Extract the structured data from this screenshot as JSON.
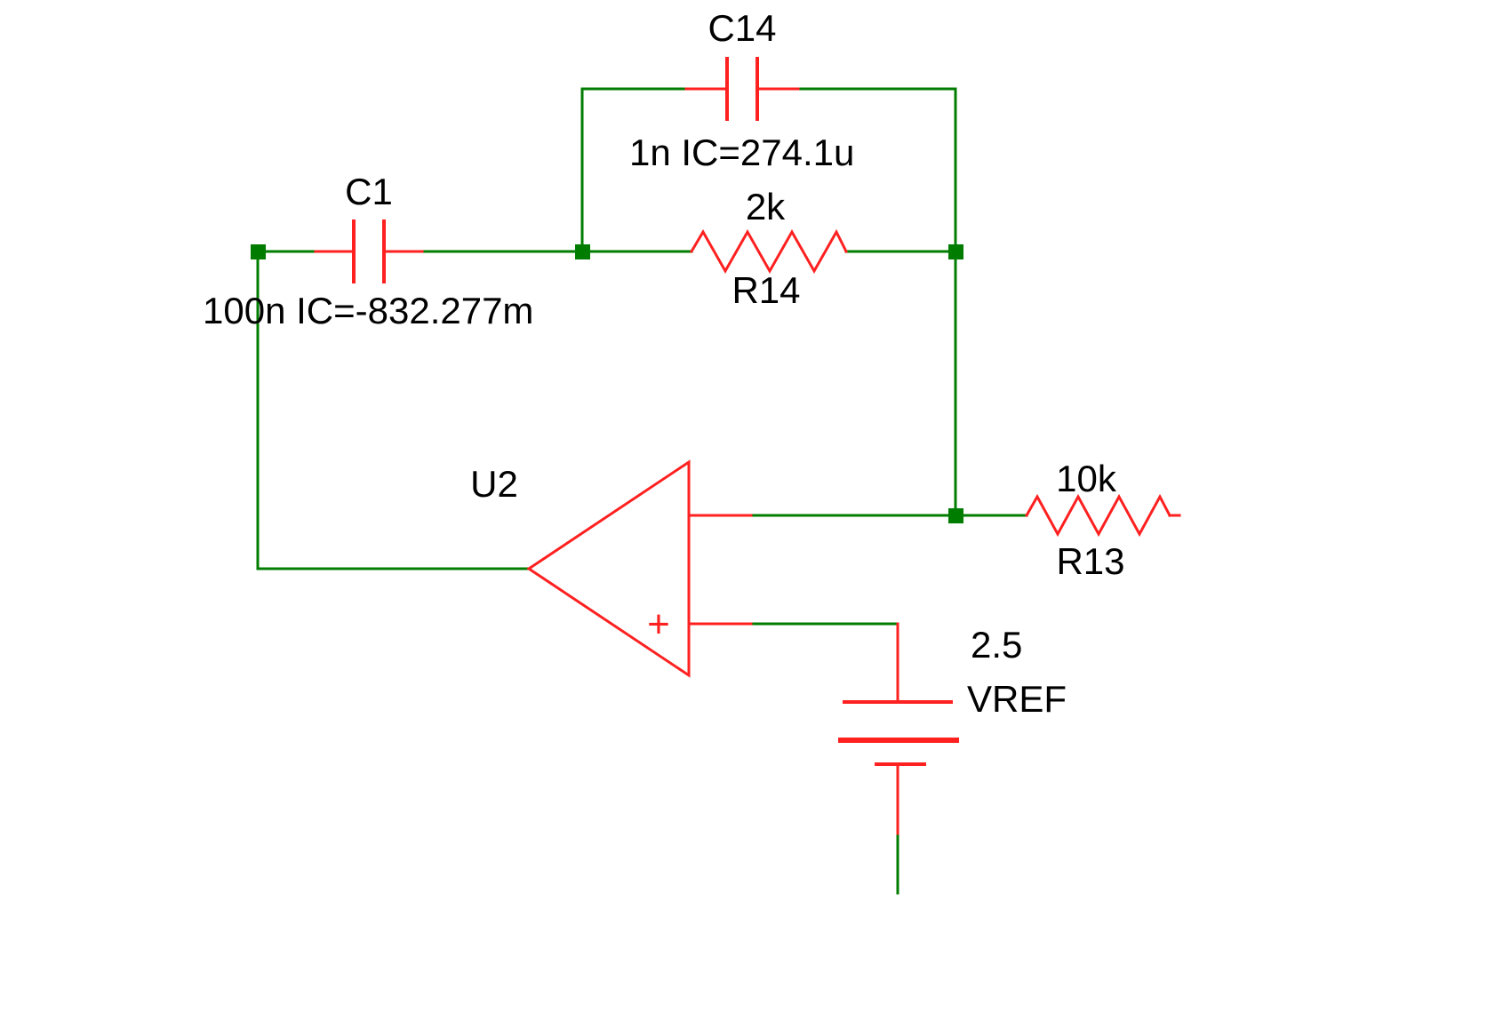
{
  "schematic": {
    "kind": "opamp-integrator-circuit",
    "colors": {
      "background": "#ffffff",
      "wire": "#007d00",
      "junction": "#007d00",
      "component": "#ff2020",
      "label": "#000000"
    },
    "components": {
      "c14": {
        "ref": "C14",
        "value": "1n IC=274.1u"
      },
      "c1": {
        "ref": "C1",
        "value": "100n IC=-832.277m"
      },
      "r14": {
        "ref": "R14",
        "value": "2k"
      },
      "r13": {
        "ref": "R13",
        "value": "10k"
      },
      "u2": {
        "ref": "U2",
        "noninverting_mark": "+"
      },
      "vref": {
        "ref": "VREF",
        "value": "2.5"
      }
    }
  }
}
